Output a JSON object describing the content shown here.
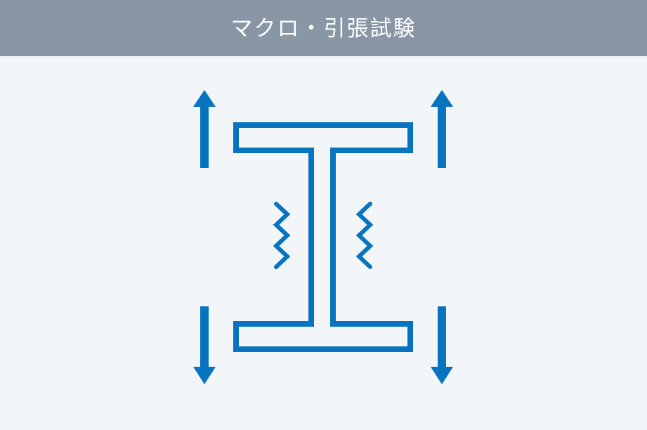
{
  "header": {
    "title": "マクロ・引張試験"
  },
  "colors": {
    "header_background": "#8896a6",
    "canvas_background": "#f2f6f8",
    "accent": "#0874c0",
    "title_text": "#ffffff"
  },
  "diagram": {
    "type": "macro-tensile-test",
    "elements": [
      "i-beam-specimen",
      "upper-left-tension-arrow",
      "upper-right-tension-arrow",
      "lower-left-tension-arrow",
      "lower-right-tension-arrow",
      "left-stress-zigzag",
      "right-stress-zigzag"
    ]
  }
}
